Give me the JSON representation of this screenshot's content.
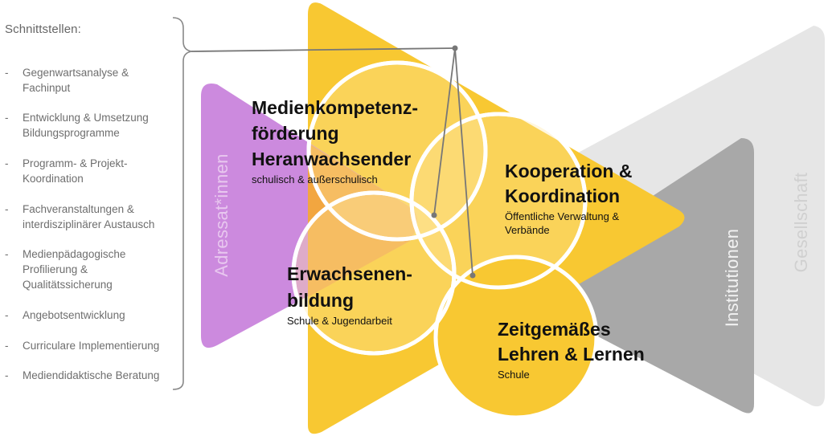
{
  "sidebar": {
    "title": "Schnittstellen:",
    "items": [
      {
        "dash": "-",
        "text": "Gegenwartsanalyse & Fachinput"
      },
      {
        "dash": "-",
        "text": "Entwicklung & Umsetzung Bildungsprogramme"
      },
      {
        "dash": "-",
        "text": "Programm- & Projekt-Koordination"
      },
      {
        "dash": "-",
        "text": "Fachveranstaltungen & interdisziplinärer Austausch"
      },
      {
        "dash": "-",
        "text": "Medienpädagogische Profilierung & Qualitätssicherung"
      },
      {
        "dash": "-",
        "text": "Angebotsentwicklung"
      },
      {
        "dash": "-",
        "text": "Curriculare Implementierung"
      },
      {
        "dash": "-",
        "text": "Mediendidaktische Beratung"
      }
    ]
  },
  "layers": {
    "adressat": "Adressat*innen",
    "institutionen": "Institutionen",
    "gesellschaft": "Gesellschaft"
  },
  "areas": {
    "medien": {
      "title_line1": "Medienkompetenz-",
      "title_line2": "förderung",
      "title_line3": "Heranwachsender",
      "subtitle": "schulisch & außerschulisch"
    },
    "kooperation": {
      "title_line1": "Kooperation &",
      "title_line2": "Koordination",
      "subtitle_line1": "Öffentliche Verwaltung &",
      "subtitle_line2": "Verbände"
    },
    "erwachsenen": {
      "title_line1": "Erwachsenen-",
      "title_line2": "bildung",
      "subtitle": "Schule & Jugendarbeit"
    },
    "zeitgemaess": {
      "title_line1": "Zeitgemäßes",
      "title_line2": "Lehren & Lernen",
      "subtitle": "Schule"
    }
  },
  "colors": {
    "yellow": "#f8c832",
    "purple": "#c984dc",
    "dark_gray": "#a8a8a8",
    "light_gray": "#e6e6e6",
    "connector": "#777777"
  }
}
